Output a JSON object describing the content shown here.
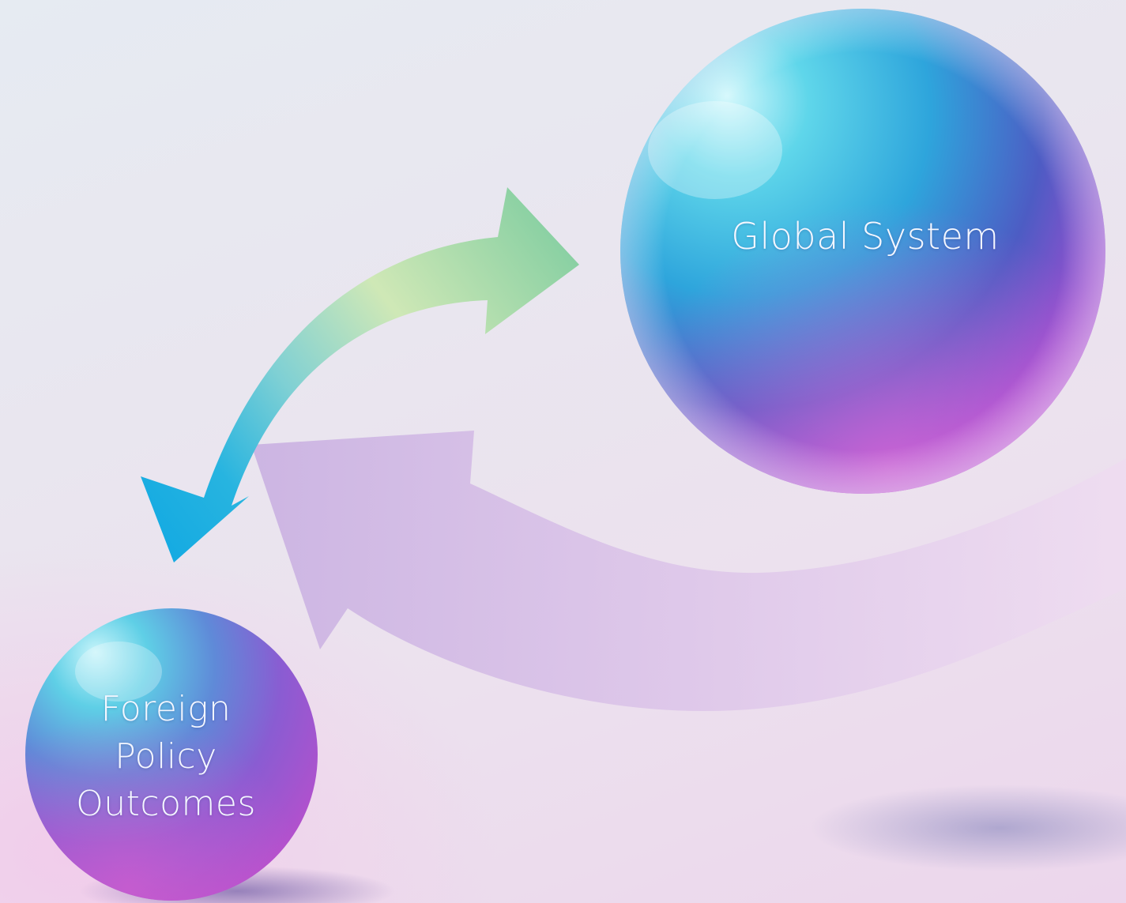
{
  "nodes": {
    "global_system": {
      "label": "Global System",
      "colors": [
        "#c8f3fa",
        "#38c4df",
        "#2d88d6",
        "#5a4bbb",
        "#b54cd2"
      ]
    },
    "foreign_policy": {
      "label_lines": [
        "Foreign",
        "Policy",
        "Outcomes"
      ],
      "colors": [
        "#b9f0f7",
        "#35bfe0",
        "#5a6fd0",
        "#9d57d0",
        "#c24fc8"
      ]
    }
  },
  "arrows": {
    "two_way": {
      "ends": [
        "global_system",
        "foreign_policy"
      ],
      "colors": [
        "#8fd3a8",
        "#c9e6b3",
        "#2bb0df"
      ]
    },
    "influence": {
      "ends": [
        "offscreen-right",
        "foreign_policy"
      ],
      "colors": [
        "#cdb6e3",
        "#ead6ef"
      ]
    }
  },
  "background": {
    "colors": [
      "#e6ebf2",
      "#ecd6ec"
    ]
  }
}
